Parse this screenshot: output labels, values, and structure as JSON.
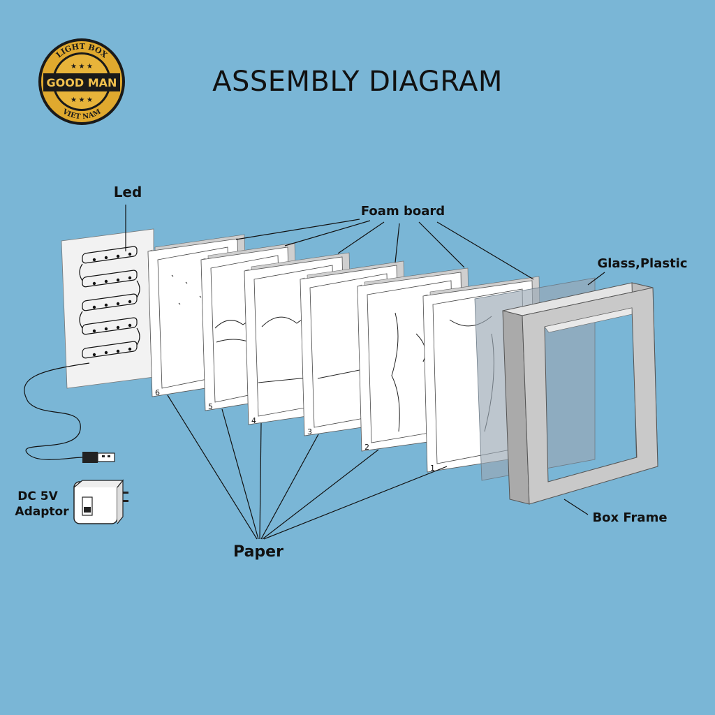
{
  "title": "ASSEMBLY DIAGRAM",
  "logo": {
    "top": "LIGHT BOX",
    "middle": "GOOD MAN",
    "bottom": "VIET NAM"
  },
  "labels": {
    "led": "Led",
    "foam_board": "Foam board",
    "glass": "Glass,Plastic",
    "box_frame": "Box Frame",
    "paper": "Paper",
    "adaptor_line1": "DC 5V",
    "adaptor_line2": "Adaptor"
  },
  "paper_numbers": [
    "6",
    "5",
    "4",
    "3",
    "2",
    "1"
  ],
  "colors": {
    "background": "#7ab6d6",
    "logo_gold": "#e0a92e",
    "logo_dark": "#1a1a1a"
  }
}
